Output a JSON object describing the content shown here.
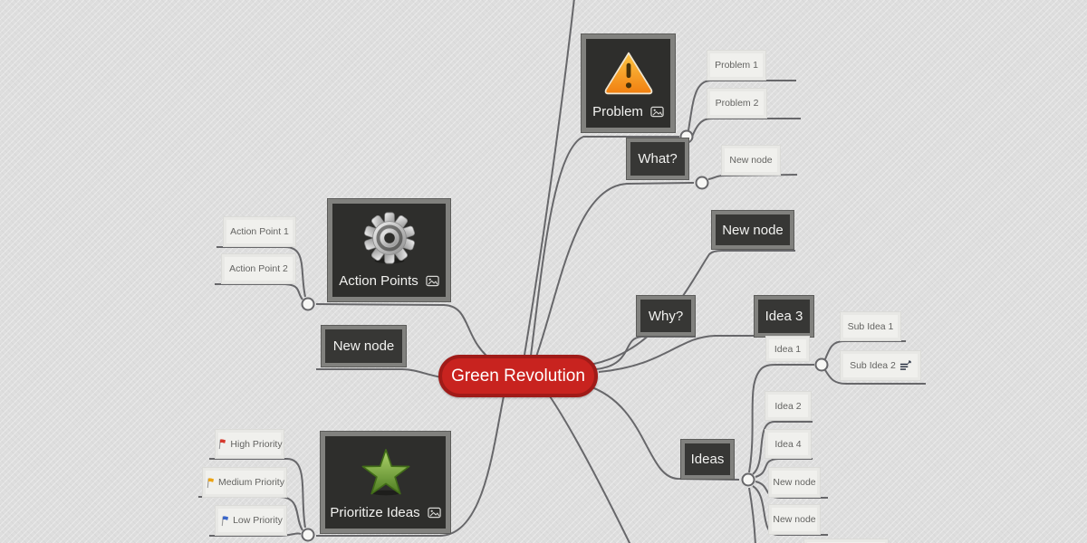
{
  "map": {
    "root_label": "Green Revolution",
    "problem": {
      "label": "Problem",
      "icon": "warning-triangle",
      "children": {
        "c1": "Problem 1",
        "c2": "Problem 2"
      }
    },
    "what": {
      "label": "What?",
      "children": {
        "c1": "New node"
      }
    },
    "new_node_right": {
      "label": "New node"
    },
    "why": {
      "label": "Why?"
    },
    "idea3": {
      "label": "Idea 3"
    },
    "ideas": {
      "label": "Ideas",
      "children": {
        "idea1": {
          "label": "Idea 1",
          "children": {
            "sub1": "Sub Idea 1",
            "sub2": "Sub Idea 2"
          }
        },
        "idea2": "Idea 2",
        "idea4": "Idea 4",
        "nn1": "New node",
        "nn2": "New node"
      }
    },
    "action_points": {
      "label": "Action Points",
      "icon": "gear",
      "children": {
        "c1": "Action Point 1",
        "c2": "Action Point 2"
      }
    },
    "new_node_left": {
      "label": "New node"
    },
    "prioritize": {
      "label": "Prioritize Ideas",
      "icon": "star",
      "children": {
        "high": "High Priority",
        "medium": "Medium Priority",
        "low": "Low Priority"
      }
    }
  },
  "icons": {
    "warning-icon": "⚠",
    "gear-icon": "⚙",
    "star-icon": "★",
    "image-icon": "🖼",
    "notes-icon": "≡",
    "flag-icon": "⚑"
  },
  "colors": {
    "root_fill": "#c8231f",
    "root_border": "#a01b18",
    "connector": "#67676a",
    "connector_dot_fill": "#f7f7f5",
    "flag_high": "#d63a2e",
    "flag_medium": "#eca313",
    "flag_low": "#3a66c9",
    "notes": "#20293a",
    "warning_orange": "#f59a1d",
    "star_green": "#6aa832"
  }
}
